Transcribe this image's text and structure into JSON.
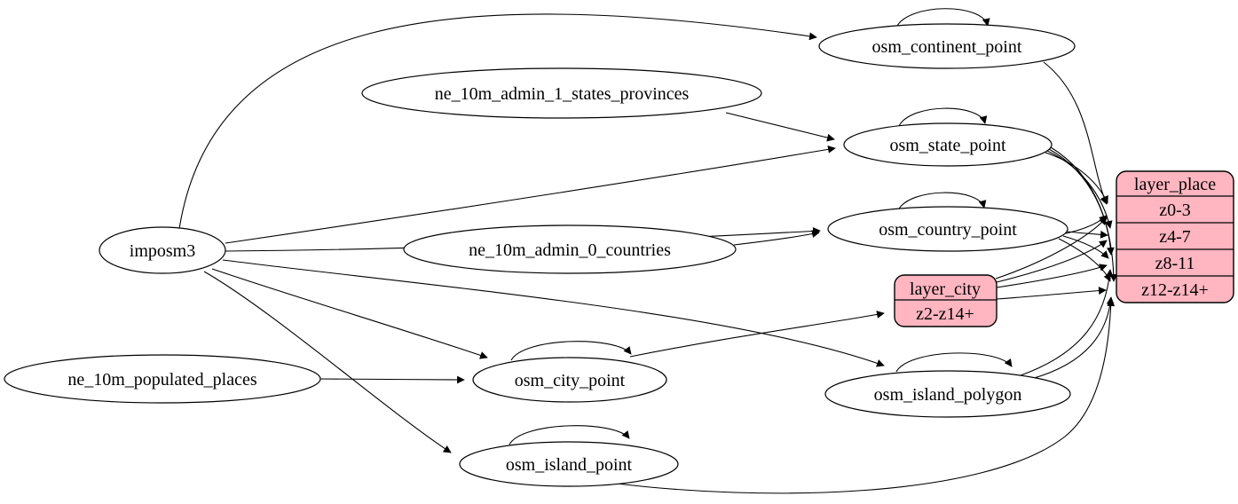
{
  "diagram": {
    "type": "graphviz-etl-flow",
    "background_color": "#ffffff",
    "ellipse_fill": "#ffffff",
    "record_fill": "#ffb6c1",
    "line_color": "#000000",
    "nodes": {
      "imposm3": {
        "label": "imposm3",
        "shape": "ellipse"
      },
      "ne_10m_admin_1_states_provinces": {
        "label": "ne_10m_admin_1_states_provinces",
        "shape": "ellipse"
      },
      "ne_10m_admin_0_countries": {
        "label": "ne_10m_admin_0_countries",
        "shape": "ellipse"
      },
      "ne_10m_populated_places": {
        "label": "ne_10m_populated_places",
        "shape": "ellipse"
      },
      "osm_continent_point": {
        "label": "osm_continent_point",
        "shape": "ellipse"
      },
      "osm_state_point": {
        "label": "osm_state_point",
        "shape": "ellipse"
      },
      "osm_country_point": {
        "label": "osm_country_point",
        "shape": "ellipse"
      },
      "osm_city_point": {
        "label": "osm_city_point",
        "shape": "ellipse"
      },
      "osm_island_polygon": {
        "label": "osm_island_polygon",
        "shape": "ellipse"
      },
      "osm_island_point": {
        "label": "osm_island_point",
        "shape": "ellipse"
      },
      "layer_city": {
        "title": "layer_city",
        "rows": [
          "z2-z14+"
        ],
        "shape": "record"
      },
      "layer_place": {
        "title": "layer_place",
        "rows": [
          "z0-3",
          "z4-7",
          "z8-11",
          "z12-z14+"
        ],
        "shape": "record"
      }
    },
    "edges": [
      {
        "from": "imposm3",
        "to": "osm_continent_point"
      },
      {
        "from": "imposm3",
        "to": "osm_state_point"
      },
      {
        "from": "imposm3",
        "to": "osm_country_point"
      },
      {
        "from": "imposm3",
        "to": "osm_city_point"
      },
      {
        "from": "imposm3",
        "to": "osm_island_polygon"
      },
      {
        "from": "imposm3",
        "to": "osm_island_point"
      },
      {
        "from": "ne_10m_admin_1_states_provinces",
        "to": "osm_state_point"
      },
      {
        "from": "ne_10m_admin_0_countries",
        "to": "osm_country_point"
      },
      {
        "from": "ne_10m_populated_places",
        "to": "osm_city_point"
      },
      {
        "from": "osm_city_point",
        "to": "layer_city:z2-z14+"
      },
      {
        "from": "osm_continent_point",
        "to": "layer_place:z0-3"
      },
      {
        "from": "osm_state_point",
        "to": "layer_place:z0-3"
      },
      {
        "from": "osm_state_point",
        "to": "layer_place:z4-7"
      },
      {
        "from": "osm_state_point",
        "to": "layer_place:z8-11"
      },
      {
        "from": "osm_state_point",
        "to": "layer_place:z12-z14+"
      },
      {
        "from": "osm_country_point",
        "to": "layer_place:z0-3"
      },
      {
        "from": "osm_country_point",
        "to": "layer_place:z4-7"
      },
      {
        "from": "osm_country_point",
        "to": "layer_place:z8-11"
      },
      {
        "from": "osm_country_point",
        "to": "layer_place:z12-z14+"
      },
      {
        "from": "layer_city",
        "to": "layer_place:z0-3"
      },
      {
        "from": "layer_city",
        "to": "layer_place:z4-7"
      },
      {
        "from": "layer_city",
        "to": "layer_place:z8-11"
      },
      {
        "from": "layer_city",
        "to": "layer_place:z12-z14+"
      },
      {
        "from": "osm_island_polygon",
        "to": "layer_place:z8-11"
      },
      {
        "from": "osm_island_polygon",
        "to": "layer_place:z12-z14+"
      },
      {
        "from": "osm_island_point",
        "to": "layer_place:z12-z14+"
      },
      {
        "from": "osm_continent_point",
        "to": "osm_continent_point"
      },
      {
        "from": "osm_state_point",
        "to": "osm_state_point"
      },
      {
        "from": "osm_country_point",
        "to": "osm_country_point"
      },
      {
        "from": "osm_city_point",
        "to": "osm_city_point"
      },
      {
        "from": "osm_island_polygon",
        "to": "osm_island_polygon"
      },
      {
        "from": "osm_island_point",
        "to": "osm_island_point"
      }
    ]
  }
}
